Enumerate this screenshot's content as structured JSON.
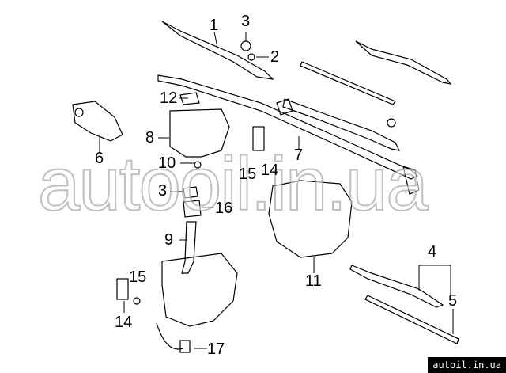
{
  "callouts": [
    {
      "id": "c1",
      "text": "1"
    },
    {
      "id": "c3a",
      "text": "3"
    },
    {
      "id": "c2",
      "text": "2"
    },
    {
      "id": "c12",
      "text": "12"
    },
    {
      "id": "c8",
      "text": "8"
    },
    {
      "id": "c6",
      "text": "6"
    },
    {
      "id": "c10",
      "text": "10"
    },
    {
      "id": "c3b",
      "text": "3"
    },
    {
      "id": "c16",
      "text": "16"
    },
    {
      "id": "c15a",
      "text": "15"
    },
    {
      "id": "c14a",
      "text": "14"
    },
    {
      "id": "c7",
      "text": "7"
    },
    {
      "id": "c9",
      "text": "9"
    },
    {
      "id": "c11",
      "text": "11"
    },
    {
      "id": "c4",
      "text": "4"
    },
    {
      "id": "c5",
      "text": "5"
    },
    {
      "id": "c15b",
      "text": "15"
    },
    {
      "id": "c14b",
      "text": "14"
    },
    {
      "id": "c17",
      "text": "17"
    }
  ],
  "watermark": "autooil.in.ua",
  "footer_watermark": "autoil.in.ua"
}
